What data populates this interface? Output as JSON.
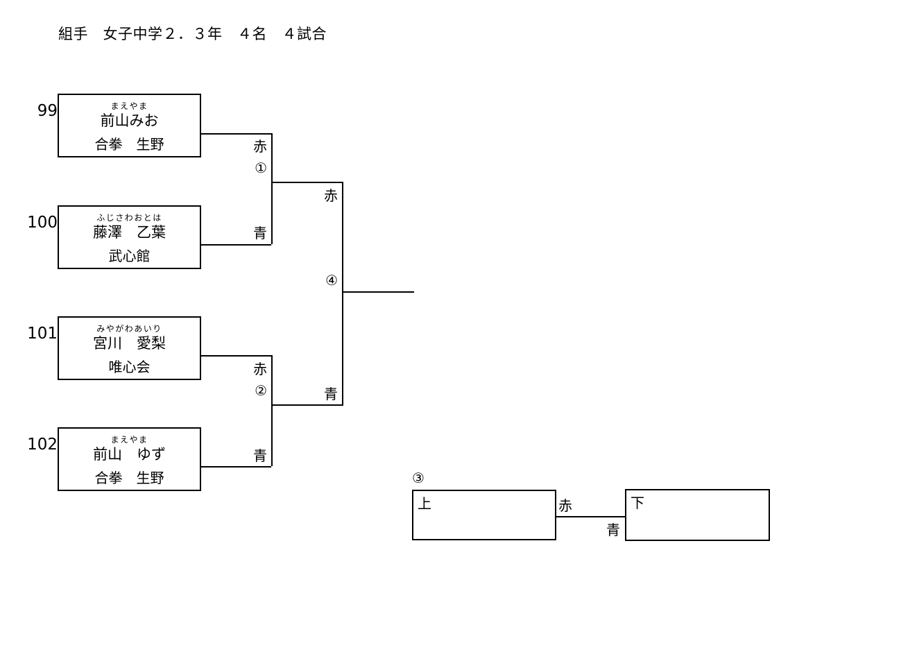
{
  "title": "組手　女子中学２．３年　４名　４試合",
  "colors": {
    "line": "#000000",
    "text": "#000000",
    "background": "#ffffff"
  },
  "labels": {
    "red": "赤",
    "blue": "青",
    "upper": "上",
    "lower": "下"
  },
  "entries": [
    {
      "number": "99",
      "furigana": "まえやま",
      "name": "前山みお",
      "team": "合拳　生野"
    },
    {
      "number": "100",
      "furigana": "ふじさわおとは",
      "name": "藤澤　乙葉",
      "team": "武心館"
    },
    {
      "number": "101",
      "furigana": "みやがわあいり",
      "name": "宮川　愛梨",
      "team": "唯心会"
    },
    {
      "number": "102",
      "furigana": "まえやま",
      "name": "前山　ゆず",
      "team": "合拳　生野"
    }
  ],
  "matches": [
    {
      "id": "match-1",
      "no": "①",
      "red": "赤",
      "blue": "青"
    },
    {
      "id": "match-2",
      "no": "②",
      "red": "赤",
      "blue": "青"
    },
    {
      "id": "match-4",
      "no": "④",
      "red": "赤",
      "blue": "青"
    }
  ],
  "bottom_match": {
    "no": "③",
    "upper_label": "上",
    "lower_label": "下",
    "red": "赤",
    "blue": "青"
  }
}
